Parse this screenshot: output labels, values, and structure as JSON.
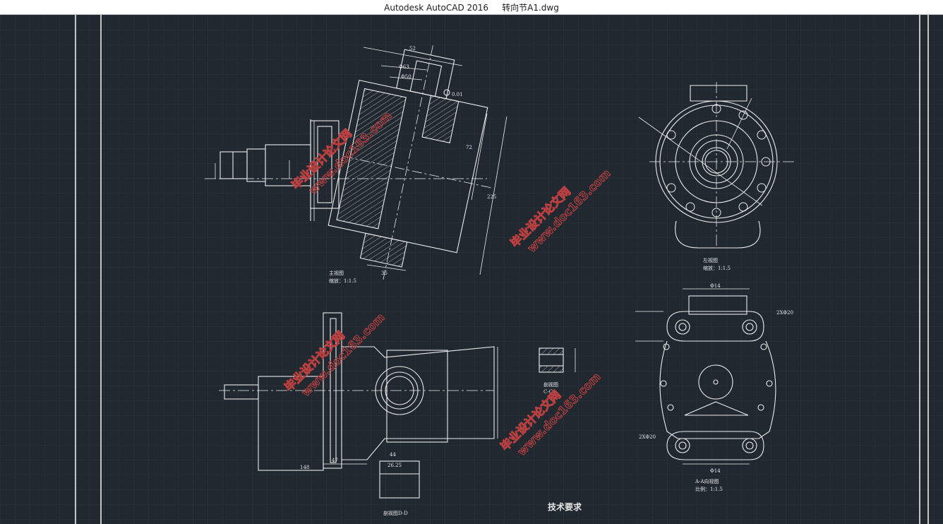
{
  "window": {
    "app_title": "Autodesk AutoCAD 2016",
    "file_name": "转向节A1.dwg"
  },
  "colors": {
    "background": "#212830",
    "grid": "#2c3440",
    "line": "#ececec",
    "watermark": "#b84040"
  },
  "views": {
    "front": {
      "title": "主视图",
      "scale": "缩放：1:1.5"
    },
    "left": {
      "title": "左视图",
      "scale": "缩放：1:1.5"
    },
    "section_d": {
      "title": "剖视图D-D"
    },
    "section_c": {
      "title": "剖视图",
      "sub": "C-C"
    },
    "view_a": {
      "title": "A-A向视图",
      "scale": "比例：1:1.5"
    }
  },
  "tech_requirements": {
    "heading": "技术要求"
  },
  "watermark": {
    "cn": "毕业设计论文网",
    "url": "www.doc163.com"
  }
}
